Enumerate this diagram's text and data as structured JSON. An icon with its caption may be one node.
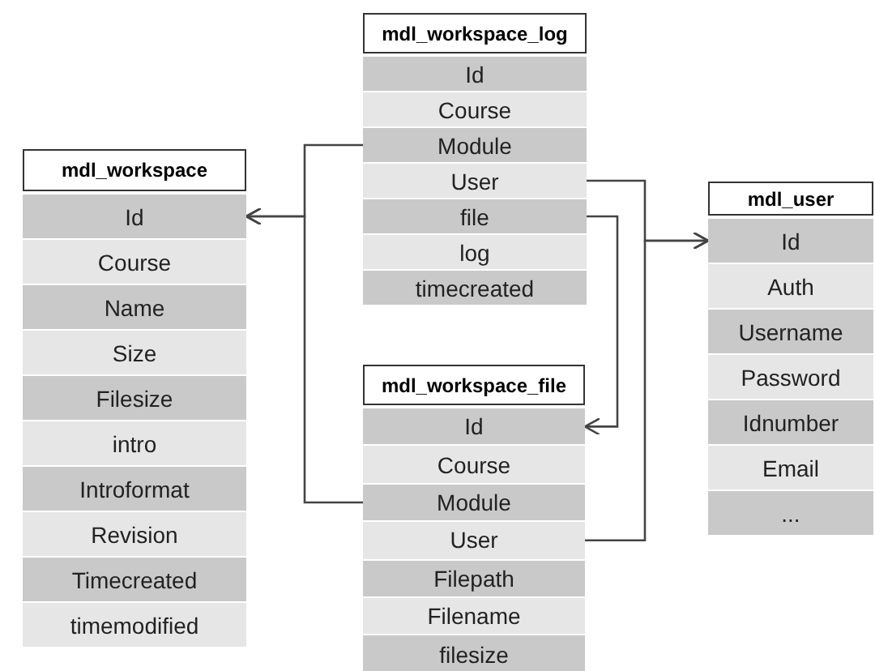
{
  "diagram": {
    "nodes": [
      {
        "text": [
          "mdl_workspace_log"
        ]
      },
      {
        "text": [
          "Id"
        ]
      },
      {
        "text": [
          "Course"
        ]
      },
      {
        "text": [
          "Module"
        ]
      },
      {
        "text": [
          "User"
        ]
      },
      {
        "text": [
          "file"
        ]
      },
      {
        "text": [
          "log"
        ]
      },
      {
        "text": [
          "timecreated"
        ]
      },
      {
        "text": [
          "mdl_workspace"
        ]
      },
      {
        "text": [
          "Id"
        ]
      },
      {
        "text": [
          "Course"
        ]
      },
      {
        "text": [
          "Name"
        ]
      },
      {
        "text": [
          "Size"
        ]
      },
      {
        "text": [
          "Filesize"
        ]
      },
      {
        "text": [
          "intro"
        ]
      },
      {
        "text": [
          "Introformat"
        ]
      },
      {
        "text": [
          "Revision"
        ]
      },
      {
        "text": [
          "Timecreated"
        ]
      },
      {
        "text": [
          "timemodified"
        ]
      },
      {
        "text": [
          "mdl_workspace_file"
        ]
      },
      {
        "text": [
          "Id"
        ]
      },
      {
        "text": [
          "Course"
        ]
      },
      {
        "text": [
          "Module"
        ]
      },
      {
        "text": [
          "User"
        ]
      },
      {
        "text": [
          "Filepath"
        ]
      },
      {
        "text": [
          "Filename"
        ]
      },
      {
        "text": [
          "filesize"
        ]
      },
      {
        "text": [
          "mdl_user"
        ]
      },
      {
        "text": [
          "Id"
        ]
      },
      {
        "text": [
          "Auth"
        ]
      },
      {
        "text": [
          "Username"
        ]
      },
      {
        "text": [
          "Password"
        ]
      },
      {
        "text": [
          "Idnumber"
        ]
      },
      {
        "text": [
          "Email"
        ]
      },
      {
        "text": [
          "..."
        ]
      }
    ],
    "edges": [
      {
        "from": 3,
        "to": 9,
        "arrow": "to"
      },
      {
        "from": 22,
        "to": 9,
        "arrow": "to"
      },
      {
        "from": 4,
        "to": 28,
        "arrow": "to"
      },
      {
        "from": 23,
        "to": 28,
        "arrow": "to"
      },
      {
        "from": 5,
        "to": 20,
        "arrow": "to"
      }
    ]
  }
}
